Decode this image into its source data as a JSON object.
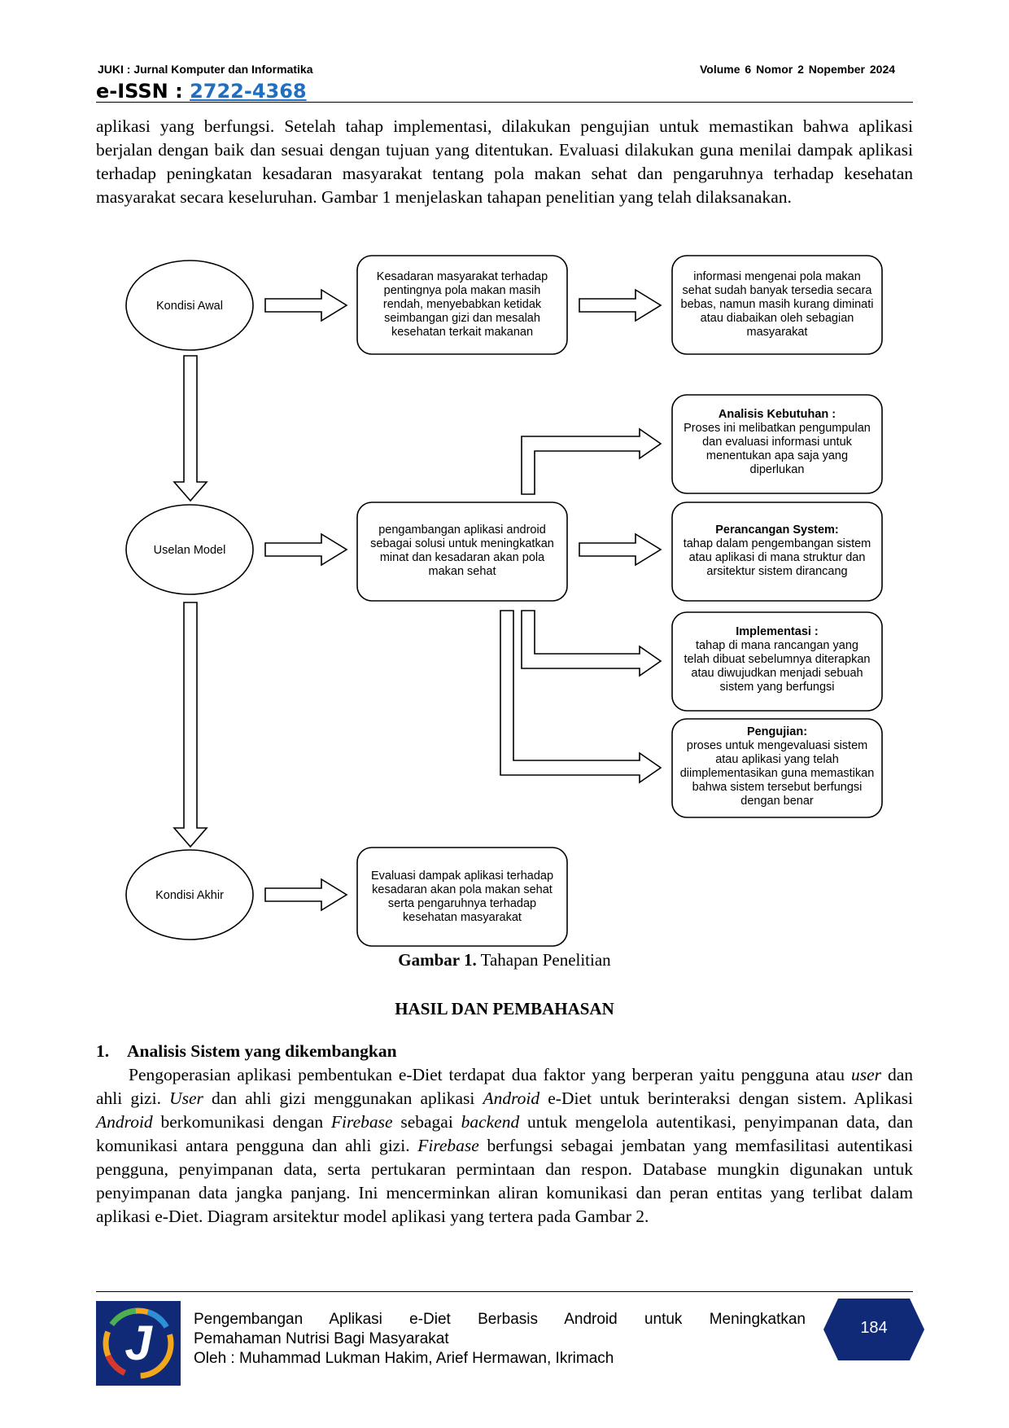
{
  "header": {
    "journal": "JUKI : Jurnal Komputer dan Informatika",
    "volume": "Volume 6  Nomor 2  Nopember  2024",
    "issn_label": "e-ISSN : ",
    "issn_number": "2722-4368"
  },
  "body": {
    "intro_paragraph": "aplikasi yang berfungsi. Setelah tahap implementasi, dilakukan pengujian untuk memastikan bahwa aplikasi berjalan dengan baik dan sesuai dengan tujuan yang ditentukan. Evaluasi dilakukan guna menilai dampak aplikasi terhadap peningkatan kesadaran masyarakat tentang pola makan sehat dan pengaruhnya terhadap kesehatan masyarakat secara keseluruhan. Gambar 1 menjelaskan tahapan penelitian yang telah dilaksanakan."
  },
  "figure": {
    "caption_bold": "Gambar 1.",
    "caption_text": " Tahapan Penelitian",
    "ellipses": {
      "kondisi_awal": "Kondisi Awal",
      "uselan_model": "Uselan Model",
      "kondisi_akhir": "Kondisi Akhir"
    },
    "boxes": {
      "kesadaran": [
        "Kesadaran masyarakat terhadap",
        "pentingnya pola makan masih",
        "rendah, menyebabkan ketidak",
        "seimbangan gizi dan mesalah",
        "kesehatan terkait makanan"
      ],
      "informasi": [
        "informasi mengenai pola makan",
        "sehat sudah banyak tersedia secara",
        "bebas, namun masih kurang diminati",
        "atau diabaikan oleh sebagian",
        "masyarakat"
      ],
      "pengembangan": [
        "pengambangan aplikasi android",
        "sebagai solusi untuk meningkatkan",
        "minat dan kesadaran akan pola",
        "makan sehat"
      ],
      "analisis_title": "Analisis Kebutuhan :",
      "analisis": [
        "Proses ini melibatkan pengumpulan",
        "dan evaluasi informasi untuk",
        "menentukan apa saja yang",
        "diperlukan"
      ],
      "perancangan_title": "Perancangan System:",
      "perancangan": [
        "tahap dalam pengembangan sistem",
        "atau aplikasi di mana struktur dan",
        "arsitektur sistem dirancang"
      ],
      "implementasi_title": "Implementasi :",
      "implementasi": [
        "tahap di mana rancangan yang",
        "telah dibuat sebelumnya diterapkan",
        "atau diwujudkan menjadi sebuah",
        "sistem yang berfungsi"
      ],
      "pengujian_title": "Pengujian:",
      "pengujian": [
        "proses untuk mengevaluasi sistem",
        "atau aplikasi yang telah",
        "diimplementasikan guna memastikan",
        "bahwa sistem tersebut berfungsi",
        "dengan benar"
      ],
      "evaluasi": [
        "Evaluasi dampak aplikasi terhadap",
        "kesadaran akan pola makan sehat",
        "serta pengaruhnya terhadap",
        "kesehatan masyarakat"
      ]
    }
  },
  "section": {
    "title": "HASIL DAN PEMBAHASAN",
    "subsection_number": "1.",
    "subsection_title": "Analisis Sistem yang dikembangkan"
  },
  "footer": {
    "article_title_line1": "Pengembangan Aplikasi e-Diet Berbasis Android untuk Meningkatkan",
    "article_title_line2": "Pemahaman Nutrisi Bagi Masyarakat",
    "authors": "Oleh : Muhammad Lukman Hakim, Arief Hermawan, Ikrimach",
    "page_number": "184",
    "logo_letter": "J"
  },
  "colors": {
    "link": "#1f6fc2",
    "logo_background": "#102a78",
    "page_badge": "#102a78"
  }
}
